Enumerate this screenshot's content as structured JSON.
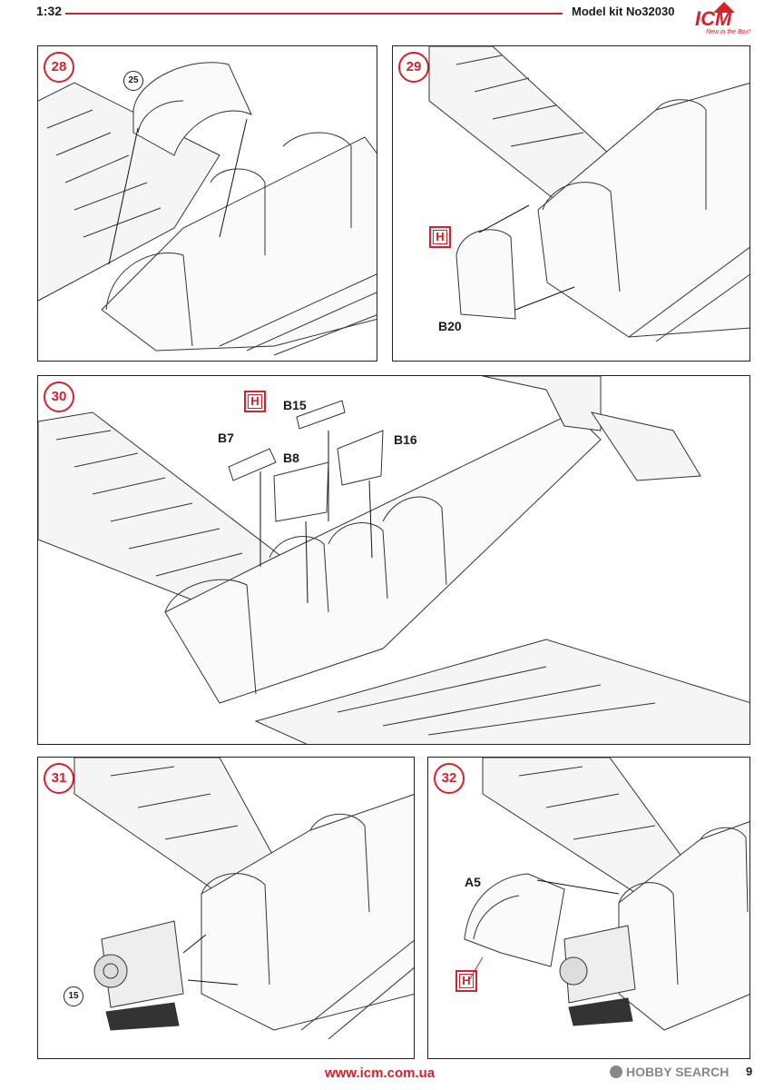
{
  "header": {
    "scale": "1:32",
    "model_kit": "Model kit No32030",
    "logo_text": "ICM",
    "logo_tagline": "New in the Box!"
  },
  "steps": [
    {
      "number": "28",
      "refs": [
        "25"
      ],
      "parts": []
    },
    {
      "number": "29",
      "refs": [],
      "parts": [
        "H",
        "B20"
      ]
    },
    {
      "number": "30",
      "refs": [],
      "parts": [
        "H",
        "B15",
        "B7",
        "B8",
        "B16"
      ]
    },
    {
      "number": "31",
      "refs": [
        "15"
      ],
      "parts": []
    },
    {
      "number": "32",
      "refs": [],
      "parts": [
        "A5",
        "H"
      ]
    }
  ],
  "footer": {
    "website": "www.icm.com.ua",
    "watermark": "HOBBY SEARCH",
    "page_number": "9"
  },
  "colors": {
    "accent_red": "#d92027",
    "line": "#222222"
  }
}
